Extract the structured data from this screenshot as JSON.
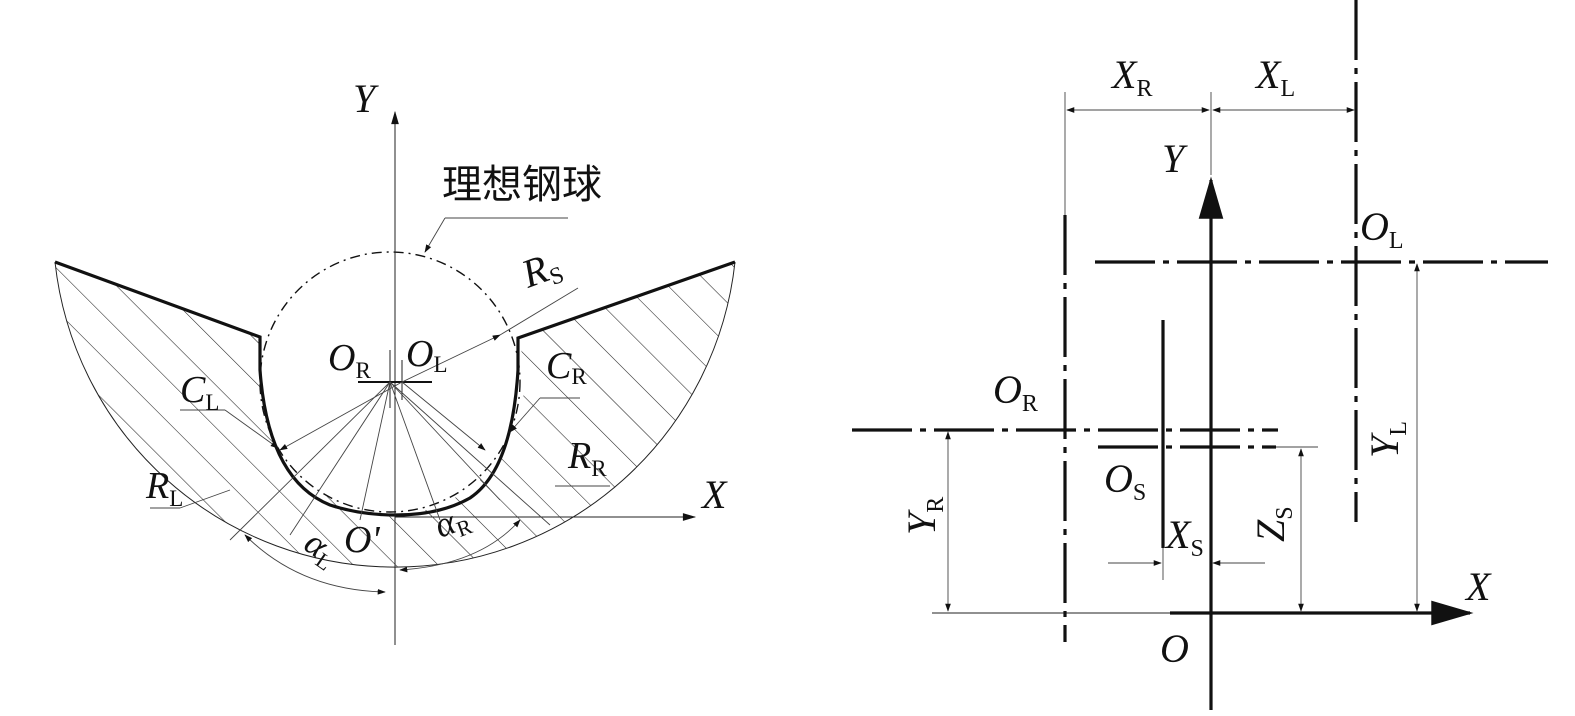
{
  "colors": {
    "ink": "#111111",
    "background": "#ffffff"
  },
  "left_diagram": {
    "axis_y": "Y",
    "axis_x": "X",
    "ball_label": "理想钢球",
    "rs": {
      "main": "R",
      "sub": "S"
    },
    "or": {
      "main": "O",
      "sub": "R"
    },
    "ol": {
      "main": "O",
      "sub": "L"
    },
    "cl": {
      "main": "C",
      "sub": "L"
    },
    "cr": {
      "main": "C",
      "sub": "R"
    },
    "rl": {
      "main": "R",
      "sub": "L"
    },
    "rr": {
      "main": "R",
      "sub": "R"
    },
    "o_prime": "O'",
    "alpha_l": {
      "main": "α",
      "sub": "L"
    },
    "alpha_r": {
      "main": "α",
      "sub": "R"
    }
  },
  "right_diagram": {
    "xr": {
      "main": "X",
      "sub": "R"
    },
    "xl": {
      "main": "X",
      "sub": "L"
    },
    "axis_y": "Y",
    "axis_x": "X",
    "ol": {
      "main": "O",
      "sub": "L"
    },
    "or": {
      "main": "O",
      "sub": "R"
    },
    "os": {
      "main": "O",
      "sub": "S"
    },
    "xs": {
      "main": "X",
      "sub": "S"
    },
    "yr": {
      "main": "Y",
      "sub": "R"
    },
    "zs": {
      "main": "Z",
      "sub": "S"
    },
    "yl": {
      "main": "Y",
      "sub": "L"
    },
    "origin": "O"
  }
}
